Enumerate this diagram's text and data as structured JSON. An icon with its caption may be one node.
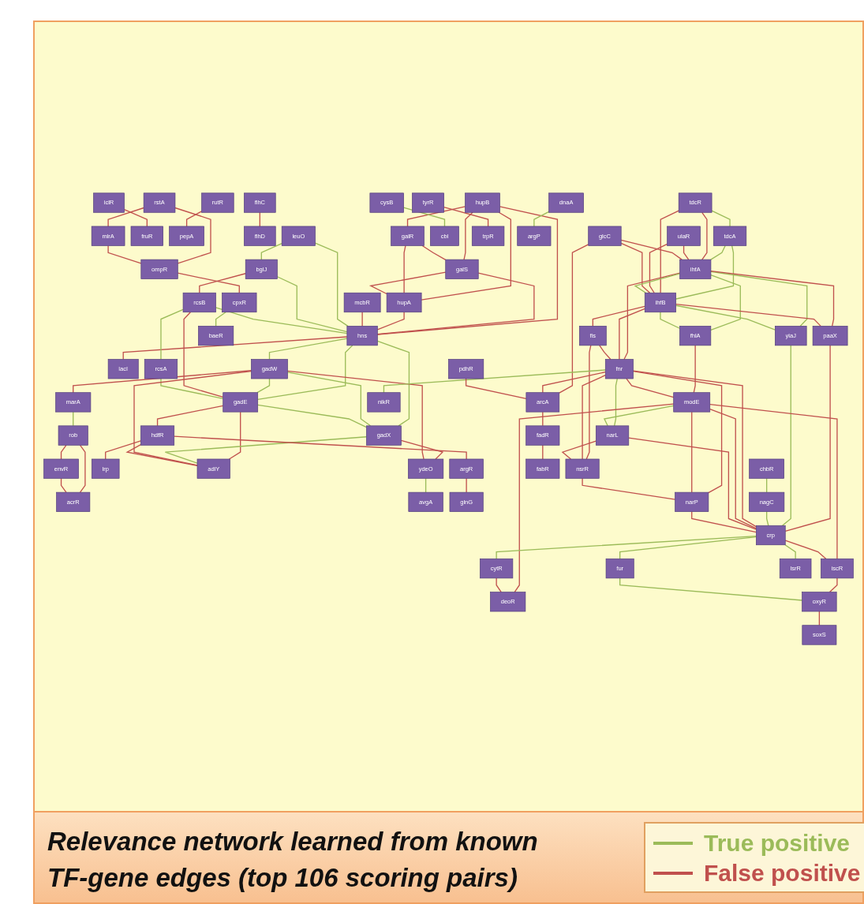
{
  "diagram": {
    "caption": "Relevance network learned from known TF-gene edges (top 106 scoring pairs)",
    "nodes": [
      {
        "text": [
          "hupB"
        ]
      },
      {
        "text": [
          "galS"
        ]
      },
      {
        "text": [
          "iclR"
        ]
      },
      {
        "text": [
          "rutR"
        ]
      },
      {
        "text": [
          "mcbR"
        ]
      },
      {
        "text": [
          "galR"
        ]
      },
      {
        "text": [
          "hupA"
        ]
      },
      {
        "text": [
          "flhC"
        ]
      },
      {
        "text": [
          "fruR"
        ]
      },
      {
        "text": [
          "pepA"
        ]
      },
      {
        "text": [
          "leuO"
        ]
      },
      {
        "text": [
          "hns"
        ]
      },
      {
        "text": [
          "lacI"
        ]
      },
      {
        "text": [
          "flhD"
        ]
      },
      {
        "text": [
          "bglJ"
        ]
      },
      {
        "text": [
          "envR"
        ]
      },
      {
        "text": [
          "gadW"
        ]
      },
      {
        "text": [
          "marA"
        ]
      },
      {
        "text": [
          "rob"
        ]
      },
      {
        "text": [
          "rcsB"
        ]
      },
      {
        "text": [
          "acrR"
        ]
      },
      {
        "text": [
          "gadE"
        ]
      },
      {
        "text": [
          "gadX"
        ]
      },
      {
        "text": [
          "rcsA"
        ]
      },
      {
        "text": [
          "hdfR"
        ]
      },
      {
        "text": [
          "ydeO"
        ]
      },
      {
        "text": [
          "rstA"
        ]
      },
      {
        "text": [
          "mlrA"
        ]
      },
      {
        "text": [
          "lrp"
        ]
      },
      {
        "text": [
          "adiY"
        ]
      },
      {
        "text": [
          "cysB"
        ]
      },
      {
        "text": [
          "argR"
        ]
      },
      {
        "text": [
          "avgA"
        ]
      },
      {
        "text": [
          "ompR"
        ]
      },
      {
        "text": [
          "tdcA"
        ]
      },
      {
        "text": [
          "glnG"
        ]
      },
      {
        "text": [
          "cbl"
        ]
      },
      {
        "text": [
          "tdcR"
        ]
      },
      {
        "text": [
          "cpxR"
        ]
      },
      {
        "text": [
          "tyrR"
        ]
      },
      {
        "text": [
          "ulaR"
        ]
      },
      {
        "text": [
          "ihfA"
        ]
      },
      {
        "text": [
          "fhlA"
        ]
      },
      {
        "text": [
          "chbR"
        ]
      },
      {
        "text": [
          "baeR"
        ]
      },
      {
        "text": [
          "yiaJ"
        ]
      },
      {
        "text": [
          "trpR"
        ]
      },
      {
        "text": [
          "ihfB"
        ]
      },
      {
        "text": [
          "paaX"
        ]
      },
      {
        "text": [
          "glcC"
        ]
      },
      {
        "text": [
          "nagC"
        ]
      },
      {
        "text": [
          "fis"
        ]
      },
      {
        "text": [
          "modE"
        ]
      },
      {
        "text": [
          "dnaA"
        ]
      },
      {
        "text": [
          "fnr"
        ]
      },
      {
        "text": [
          "crp"
        ]
      },
      {
        "text": [
          "cytR"
        ]
      },
      {
        "text": [
          "pdhR"
        ]
      },
      {
        "text": [
          "arcA"
        ]
      },
      {
        "text": [
          "narL"
        ]
      },
      {
        "text": [
          "argP"
        ]
      },
      {
        "text": [
          "iscR"
        ]
      },
      {
        "text": [
          "deoR"
        ]
      },
      {
        "text": [
          "fadR"
        ]
      },
      {
        "text": [
          "nikR"
        ]
      },
      {
        "text": [
          "nsrR"
        ]
      },
      {
        "text": [
          "narP"
        ]
      },
      {
        "text": [
          "fur"
        ]
      },
      {
        "text": [
          "oxyR"
        ]
      },
      {
        "text": [
          "fabR"
        ]
      },
      {
        "text": [
          "lsrR"
        ]
      },
      {
        "text": [
          "soxS"
        ]
      }
    ],
    "edges": [
      {
        "from": 0,
        "to": 1,
        "arrow": "none"
      },
      {
        "from": 0,
        "to": 6,
        "arrow": "none"
      },
      {
        "from": 5,
        "to": 1,
        "arrow": "none"
      },
      {
        "from": 5,
        "to": 6,
        "arrow": "none"
      },
      {
        "from": 0,
        "to": 5,
        "arrow": "none"
      },
      {
        "from": 1,
        "to": 6,
        "arrow": "none"
      },
      {
        "from": 0,
        "to": 11,
        "arrow": "none"
      },
      {
        "from": 1,
        "to": 11,
        "arrow": "none"
      },
      {
        "from": 6,
        "to": 11,
        "arrow": "none"
      },
      {
        "from": 4,
        "to": 11,
        "arrow": "none"
      },
      {
        "from": 10,
        "to": 11,
        "arrow": "none",
        "color": "#9bbb59"
      },
      {
        "from": 10,
        "to": 14,
        "arrow": "none",
        "color": "#9bbb59"
      },
      {
        "from": 14,
        "to": 11,
        "arrow": "none",
        "color": "#9bbb59"
      },
      {
        "from": 14,
        "to": 19,
        "arrow": "none"
      },
      {
        "from": 19,
        "to": 11,
        "arrow": "none",
        "color": "#9bbb59"
      },
      {
        "from": 11,
        "to": 12,
        "arrow": "none"
      },
      {
        "from": 11,
        "to": 16,
        "arrow": "none",
        "color": "#9bbb59"
      },
      {
        "from": 11,
        "to": 21,
        "arrow": "none",
        "color": "#9bbb59"
      },
      {
        "from": 11,
        "to": 22,
        "arrow": "none",
        "color": "#9bbb59"
      },
      {
        "from": 16,
        "to": 21,
        "arrow": "none",
        "color": "#9bbb59"
      },
      {
        "from": 16,
        "to": 22,
        "arrow": "none",
        "color": "#9bbb59"
      },
      {
        "from": 21,
        "to": 22,
        "arrow": "none",
        "color": "#9bbb59"
      },
      {
        "from": 19,
        "to": 21,
        "arrow": "none"
      },
      {
        "from": 19,
        "to": 23,
        "arrow": "none",
        "color": "#9bbb59"
      },
      {
        "from": 23,
        "to": 21,
        "arrow": "none",
        "color": "#9bbb59"
      },
      {
        "from": 21,
        "to": 24,
        "arrow": "none"
      },
      {
        "from": 21,
        "to": 29,
        "arrow": "none"
      },
      {
        "from": 22,
        "to": 29,
        "arrow": "none",
        "color": "#9bbb59"
      },
      {
        "from": 22,
        "to": 25,
        "arrow": "none"
      },
      {
        "from": 16,
        "to": 29,
        "arrow": "none"
      },
      {
        "from": 16,
        "to": 25,
        "arrow": "none"
      },
      {
        "from": 16,
        "to": 17,
        "arrow": "none"
      },
      {
        "from": 24,
        "to": 28,
        "arrow": "none"
      },
      {
        "from": 24,
        "to": 29,
        "arrow": "none"
      },
      {
        "from": 24,
        "to": 31,
        "arrow": "none"
      },
      {
        "from": 31,
        "to": 35,
        "arrow": "none"
      },
      {
        "from": 25,
        "to": 32,
        "arrow": "none",
        "color": "#9bbb59"
      },
      {
        "from": 2,
        "to": 8,
        "arrow": "none"
      },
      {
        "from": 7,
        "to": 13,
        "arrow": "none"
      },
      {
        "from": 3,
        "to": 9,
        "arrow": "none"
      },
      {
        "from": 17,
        "to": 18,
        "arrow": "none",
        "color": "#9bbb59"
      },
      {
        "from": 18,
        "to": 15,
        "arrow": "none"
      },
      {
        "from": 18,
        "to": 20,
        "arrow": "none"
      },
      {
        "from": 15,
        "to": 20,
        "arrow": "none"
      },
      {
        "from": 26,
        "to": 27,
        "arrow": "none"
      },
      {
        "from": 26,
        "to": 33,
        "arrow": "none"
      },
      {
        "from": 27,
        "to": 33,
        "arrow": "none"
      },
      {
        "from": 33,
        "to": 38,
        "arrow": "none"
      },
      {
        "from": 38,
        "to": 44,
        "arrow": "none",
        "color": "#9bbb59"
      },
      {
        "from": 30,
        "to": 36,
        "arrow": "none",
        "color": "#9bbb59"
      },
      {
        "from": 39,
        "to": 46,
        "arrow": "none"
      },
      {
        "from": 43,
        "to": 50,
        "arrow": "none",
        "color": "#9bbb59"
      },
      {
        "from": 53,
        "to": 60,
        "arrow": "none",
        "color": "#9bbb59"
      },
      {
        "from": 68,
        "to": 71,
        "arrow": "none"
      },
      {
        "from": 37,
        "to": 34,
        "arrow": "none",
        "color": "#9bbb59"
      },
      {
        "from": 34,
        "to": 47,
        "arrow": "none",
        "color": "#9bbb59"
      },
      {
        "from": 34,
        "to": 41,
        "arrow": "none",
        "color": "#9bbb59"
      },
      {
        "from": 37,
        "to": 41,
        "arrow": "none"
      },
      {
        "from": 37,
        "to": 47,
        "arrow": "none"
      },
      {
        "from": 40,
        "to": 41,
        "arrow": "none"
      },
      {
        "from": 40,
        "to": 47,
        "arrow": "none"
      },
      {
        "from": 49,
        "to": 41,
        "arrow": "none"
      },
      {
        "from": 49,
        "to": 47,
        "arrow": "none"
      },
      {
        "from": 49,
        "to": 58,
        "arrow": "none"
      },
      {
        "from": 41,
        "to": 42,
        "arrow": "none",
        "color": "#9bbb59"
      },
      {
        "from": 41,
        "to": 45,
        "arrow": "none",
        "color": "#9bbb59"
      },
      {
        "from": 41,
        "to": 48,
        "arrow": "none"
      },
      {
        "from": 41,
        "to": 54,
        "arrow": "none"
      },
      {
        "from": 47,
        "to": 42,
        "arrow": "none",
        "color": "#9bbb59"
      },
      {
        "from": 47,
        "to": 45,
        "arrow": "none",
        "color": "#9bbb59"
      },
      {
        "from": 47,
        "to": 48,
        "arrow": "none"
      },
      {
        "from": 47,
        "to": 51,
        "arrow": "none"
      },
      {
        "from": 47,
        "to": 54,
        "arrow": "none"
      },
      {
        "from": 41,
        "to": 47,
        "arrow": "none",
        "color": "#9bbb59"
      },
      {
        "from": 42,
        "to": 52,
        "arrow": "none"
      },
      {
        "from": 48,
        "to": 55,
        "arrow": "none"
      },
      {
        "from": 45,
        "to": 55,
        "arrow": "none",
        "color": "#9bbb59"
      },
      {
        "from": 50,
        "to": 55,
        "arrow": "none",
        "color": "#9bbb59"
      },
      {
        "from": 51,
        "to": 54,
        "arrow": "none"
      },
      {
        "from": 51,
        "to": 65,
        "arrow": "none"
      },
      {
        "from": 54,
        "to": 52,
        "arrow": "none"
      },
      {
        "from": 54,
        "to": 55,
        "arrow": "none"
      },
      {
        "from": 54,
        "to": 58,
        "arrow": "none"
      },
      {
        "from": 54,
        "to": 64,
        "arrow": "none",
        "color": "#9bbb59"
      },
      {
        "from": 54,
        "to": 65,
        "arrow": "none"
      },
      {
        "from": 54,
        "to": 59,
        "arrow": "none",
        "color": "#9bbb59"
      },
      {
        "from": 54,
        "to": 66,
        "arrow": "none"
      },
      {
        "from": 57,
        "to": 58,
        "arrow": "none"
      },
      {
        "from": 58,
        "to": 63,
        "arrow": "none"
      },
      {
        "from": 63,
        "to": 69,
        "arrow": "none"
      },
      {
        "from": 52,
        "to": 59,
        "arrow": "none",
        "color": "#9bbb59"
      },
      {
        "from": 52,
        "to": 66,
        "arrow": "none"
      },
      {
        "from": 52,
        "to": 55,
        "arrow": "none"
      },
      {
        "from": 52,
        "to": 61,
        "arrow": "none"
      },
      {
        "from": 52,
        "to": 62,
        "arrow": "none"
      },
      {
        "from": 59,
        "to": 55,
        "arrow": "none"
      },
      {
        "from": 59,
        "to": 65,
        "arrow": "none"
      },
      {
        "from": 65,
        "to": 66,
        "arrow": "none"
      },
      {
        "from": 66,
        "to": 55,
        "arrow": "none"
      },
      {
        "from": 55,
        "to": 56,
        "arrow": "none",
        "color": "#9bbb59"
      },
      {
        "from": 55,
        "to": 70,
        "arrow": "none",
        "color": "#9bbb59"
      },
      {
        "from": 55,
        "to": 67,
        "arrow": "none",
        "color": "#9bbb59"
      },
      {
        "from": 55,
        "to": 61,
        "arrow": "none"
      },
      {
        "from": 56,
        "to": 62,
        "arrow": "none"
      },
      {
        "from": 61,
        "to": 68,
        "arrow": "none"
      },
      {
        "from": 67,
        "to": 68,
        "arrow": "none",
        "color": "#9bbb59"
      }
    ],
    "legend": [
      {
        "text": "True positive",
        "color": "#9bbb59"
      },
      {
        "text": "False positive",
        "color": "#c0504d"
      }
    ]
  }
}
